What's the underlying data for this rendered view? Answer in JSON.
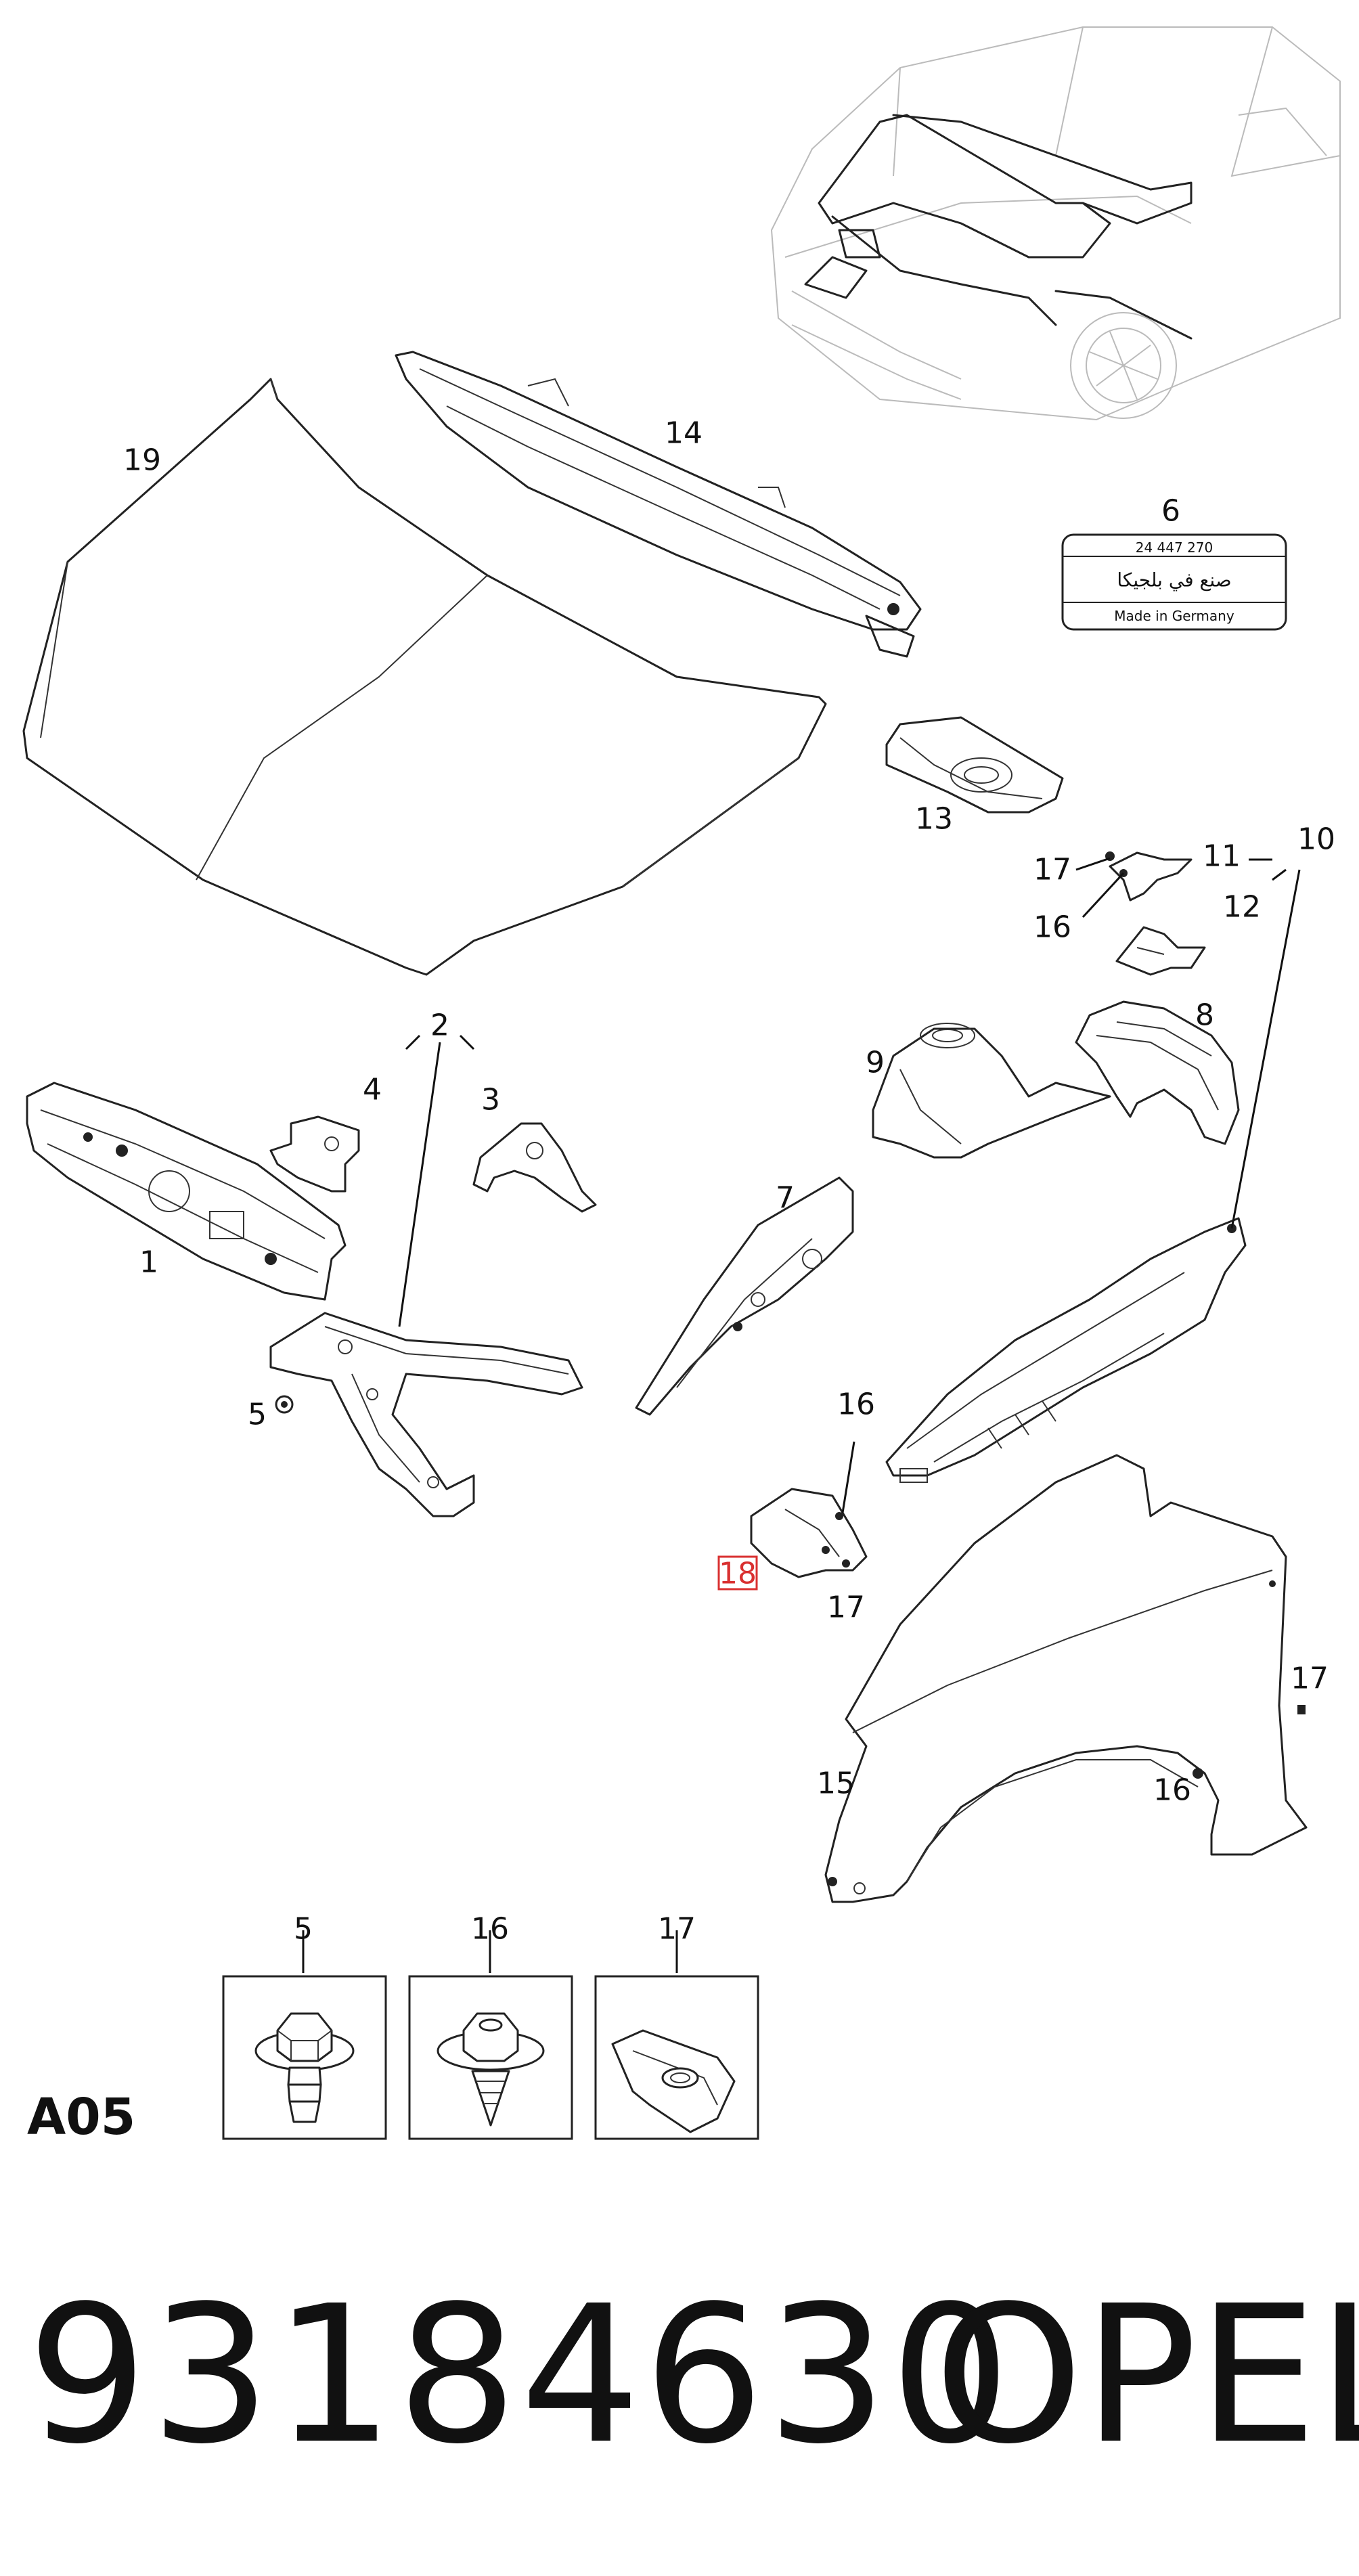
{
  "diagram": {
    "section_code": "A05",
    "part_number": "93184630",
    "brand": "OPEL",
    "labels": {
      "l1": "1",
      "l2": "2",
      "l3": "3",
      "l4": "4",
      "l5": "5",
      "l6": "6",
      "l7": "7",
      "l8": "8",
      "l9": "9",
      "l10": "10",
      "l11": "11",
      "l12": "12",
      "l13": "13",
      "l14": "14",
      "l15": "15",
      "l16a": "16",
      "l16b": "16",
      "l16c": "16",
      "l17a": "17",
      "l17b": "17",
      "l17c": "17",
      "l18": "18",
      "l19": "19"
    },
    "sticker": {
      "line1": "24 447 270",
      "line2": "صنع في بلجيكا",
      "line3": "Made in Germany"
    },
    "fasteners": [
      {
        "label": "5",
        "icon": "bolt-icon"
      },
      {
        "label": "16",
        "icon": "pointed-screw-icon"
      },
      {
        "label": "17",
        "icon": "clip-nut-icon"
      }
    ],
    "highlight_color": "#d93030"
  }
}
